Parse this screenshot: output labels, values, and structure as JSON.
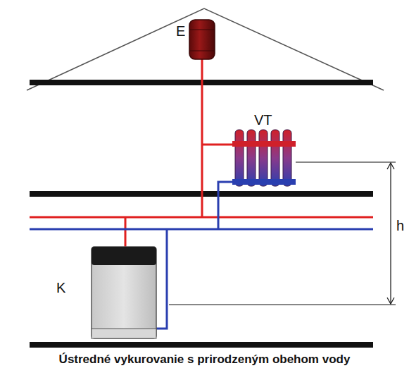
{
  "diagram": {
    "caption": "Ústredné vykurovanie s prirodzeným obehom vody",
    "labels": [
      "E",
      "VT",
      "K",
      "h"
    ]
  }
}
